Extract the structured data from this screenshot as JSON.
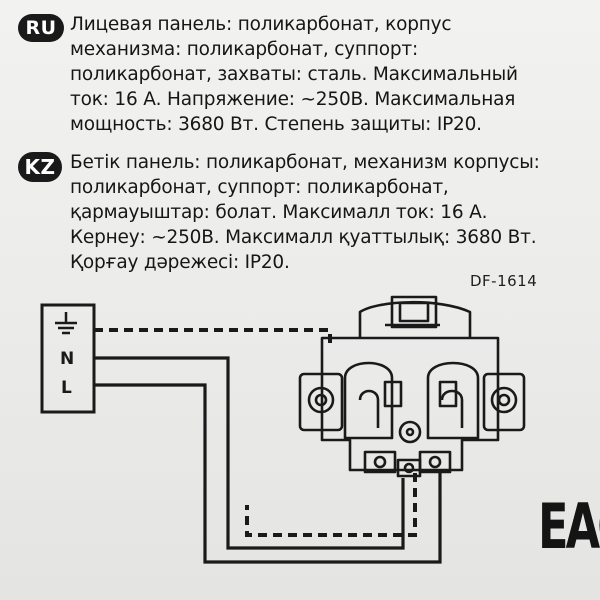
{
  "label": {
    "ru": {
      "badge": "RU",
      "lines": [
        "Лицевая панель: поликарбонат, корпус",
        "механизма: поликарбонат, суппорт:",
        "поликарбонат, захваты: сталь. Максимальный",
        "ток: 16 А. Напряжение: ~250В. Максимальная",
        "мощность: 3680 Вт. Степень защиты: IP20."
      ]
    },
    "kz": {
      "badge": "KZ",
      "lines": [
        "Бетік панель: поликарбонат, механизм корпусы:",
        "поликарбонат, суппорт: поликарбонат,",
        "қармауыштар: болат. Максималл ток: 16 А.",
        "Кернеу: ~250В. Максималл қуаттылық: 3680 Вт.",
        "Қорғау дәрежесі: IP20."
      ]
    },
    "model": "DF-1614",
    "terminals": {
      "neutral": "N",
      "line": "L"
    },
    "certification_mark": "EAC",
    "icons": {
      "ground": "ground-symbol-icon",
      "socket": "socket-mechanism-drawing"
    },
    "colors": {
      "ink": "#161616",
      "paper": "#ededeb"
    }
  }
}
